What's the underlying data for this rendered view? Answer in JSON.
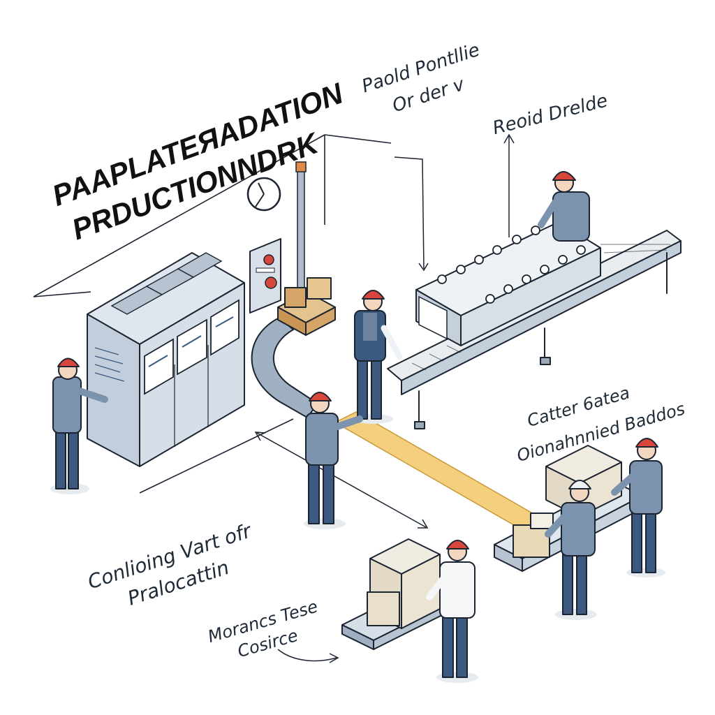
{
  "title": {
    "line1": "PAAPLATEЯADATION",
    "line2": "PRDUCTIONNDRK"
  },
  "labels": {
    "top_center": {
      "line1": "Paold Pontllie",
      "line2": "Or der v"
    },
    "top_right": "Reoid Drelde",
    "right_mid": {
      "line1": "Catter 6atea",
      "line2": "Oionahnnied Baddos"
    },
    "left_bottom": {
      "line1": "Conlioing Vart ofr",
      "line2": "Pralocattin"
    },
    "bottom_center": {
      "line1": "Morancs Tese",
      "line2": "Cosirce"
    }
  },
  "colors": {
    "outline": "#1b2430",
    "machine": "#c9d3de",
    "machine_dark": "#9aa9b8",
    "shirt": "#7b93ad",
    "pants": "#3c5a80",
    "hardhat": "#d9473c",
    "chute": "#9fb0c2",
    "flow_band": "#f3cf7e",
    "crate": "#d4a566"
  },
  "icons": [
    "clock-icon",
    "arrow-icon",
    "hardhat-icon",
    "box-icon"
  ]
}
